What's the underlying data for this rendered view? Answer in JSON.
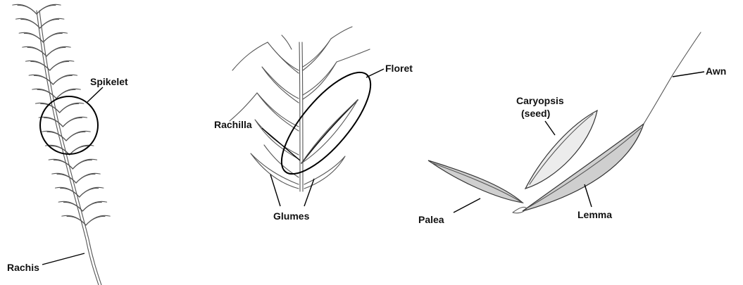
{
  "labels": {
    "spikelet": "Spikelet",
    "rachis": "Rachis",
    "floret": "Floret",
    "rachilla": "Rachilla",
    "glumes": "Glumes",
    "caryopsis_line1": "Caryopsis",
    "caryopsis_line2": "(seed)",
    "awn": "Awn",
    "palea": "Palea",
    "lemma": "Lemma"
  }
}
